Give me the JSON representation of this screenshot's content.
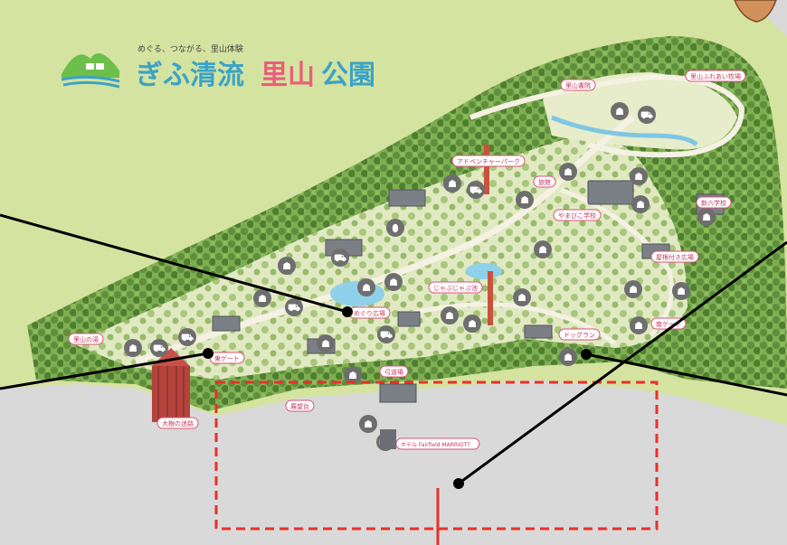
{
  "logo": {
    "tagline": "めぐる、つながる、里山体験",
    "title_part1": "ぎふ清流",
    "title_part2": "里山",
    "title_part3": "公園",
    "icon": "mountain-logo-icon"
  },
  "labels": {
    "satoyama_shoin": "里山書院",
    "satoyama_fureai": "里山ふれあい牧場",
    "adventure": "アドベンチャーパーク",
    "ryokan": "旅館",
    "yamabiko": "やまびこ学校",
    "shinroku": "新六学校",
    "megurihiroba": "めぐり広場",
    "jabujabu": "じゃぶじゃぶ池",
    "yanetsuki": "屋根付き広場",
    "satoyama_yu": "里山の湯",
    "gate": "南ゲート",
    "east_gate": "東ゲート",
    "dogrun": "ドッグラン",
    "ohaka_ki": "大樹の迷路",
    "kyudo": "弓道場",
    "shokodo": "展望台",
    "hotel": "ホテル Fairfield MARRIOTT"
  },
  "icons": {
    "toilet": "toilet-icon",
    "shop": "shopping-cart-icon",
    "parking": "parking-icon",
    "accessible": "wheelchair-icon",
    "bottle": "drink-icon"
  },
  "colors": {
    "grass": "#d5e3a0",
    "forest": "#6f9d46",
    "path": "#f4f0e4",
    "gray_area": "#d9d9d9",
    "highlight": "#e8312a",
    "label_border": "#d8557a",
    "pointer": "#000000"
  }
}
